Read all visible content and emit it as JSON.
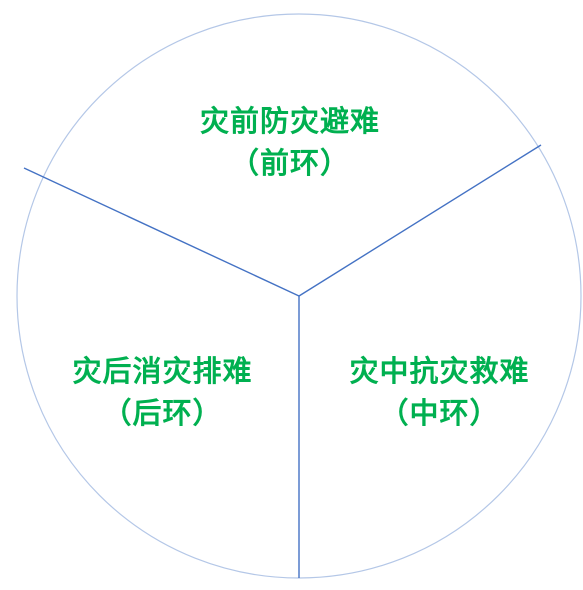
{
  "colors": {
    "circle_stroke": "#b4c7e7",
    "divider_stroke": "#4472c4",
    "label_text": "#00b050",
    "background": "#ffffff"
  },
  "sectors": {
    "top": {
      "title": "灾前防灾避难",
      "sub": "（前环）"
    },
    "left": {
      "title": "灾后消灾排难",
      "sub": "（后环）"
    },
    "right": {
      "title": "灾中抗灾救难",
      "sub": "（中环）"
    }
  }
}
